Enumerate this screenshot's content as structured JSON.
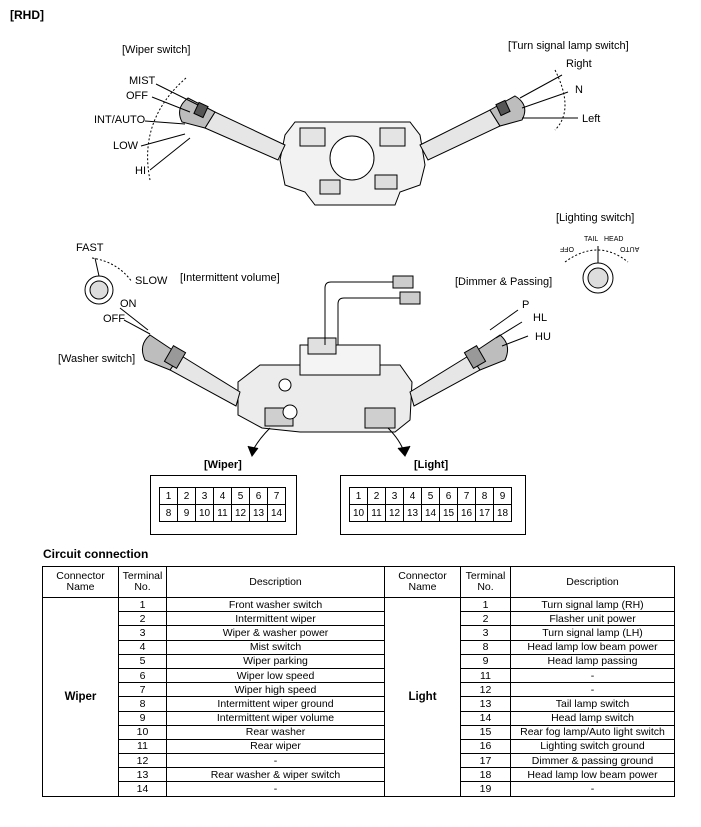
{
  "page_label": "[RHD]",
  "upper": {
    "wiper_switch": {
      "title": "[Wiper switch]",
      "positions": [
        "MIST",
        "OFF",
        "INT/AUTO",
        "LOW",
        "HI"
      ]
    },
    "turn_signal": {
      "title": "[Turn signal lamp switch]",
      "positions": [
        "Right",
        "N",
        "Left"
      ]
    }
  },
  "lower": {
    "lighting_switch": {
      "title": "[Lighting switch]",
      "positions": [
        "OFF",
        "TAIL",
        "HEAD",
        "AUTO"
      ]
    },
    "intermittent_volume": {
      "title": "[Intermittent volume]",
      "positions": [
        "FAST",
        "SLOW"
      ]
    },
    "washer_switch": {
      "title": "[Washer switch]",
      "positions": [
        "ON",
        "OFF"
      ]
    },
    "dimmer_passing": {
      "title": "[Dimmer & Passing]",
      "positions": [
        "P",
        "HL",
        "HU"
      ]
    }
  },
  "connectors": {
    "wiper": {
      "title": "[Wiper]",
      "row1": [
        "1",
        "2",
        "3",
        "4",
        "5",
        "6",
        "7"
      ],
      "row2": [
        "8",
        "9",
        "10",
        "11",
        "12",
        "13",
        "14"
      ]
    },
    "light": {
      "title": "[Light]",
      "row1": [
        "1",
        "2",
        "3",
        "4",
        "5",
        "6",
        "7",
        "8",
        "9"
      ],
      "row2": [
        "10",
        "11",
        "12",
        "13",
        "14",
        "15",
        "16",
        "17",
        "18"
      ]
    }
  },
  "circuit": {
    "title": "Circuit connection",
    "headers": {
      "connector_name": "Connector Name",
      "terminal_no": "Terminal No.",
      "description": "Description"
    },
    "wiper": {
      "name": "Wiper",
      "rows": [
        {
          "no": "1",
          "desc": "Front washer switch"
        },
        {
          "no": "2",
          "desc": "Intermittent wiper"
        },
        {
          "no": "3",
          "desc": "Wiper & washer power"
        },
        {
          "no": "4",
          "desc": "Mist switch"
        },
        {
          "no": "5",
          "desc": "Wiper parking"
        },
        {
          "no": "6",
          "desc": "Wiper low speed"
        },
        {
          "no": "7",
          "desc": "Wiper high speed"
        },
        {
          "no": "8",
          "desc": "Intermittent wiper ground"
        },
        {
          "no": "9",
          "desc": "Intermittent wiper volume"
        },
        {
          "no": "10",
          "desc": "Rear washer"
        },
        {
          "no": "11",
          "desc": "Rear wiper"
        },
        {
          "no": "12",
          "desc": "-"
        },
        {
          "no": "13",
          "desc": "Rear washer & wiper switch"
        },
        {
          "no": "14",
          "desc": "-"
        }
      ]
    },
    "light": {
      "name": "Light",
      "rows": [
        {
          "no": "1",
          "desc": "Turn signal lamp (RH)"
        },
        {
          "no": "2",
          "desc": "Flasher unit power"
        },
        {
          "no": "3",
          "desc": "Turn signal lamp (LH)"
        },
        {
          "no": "8",
          "desc": "Head lamp low beam power"
        },
        {
          "no": "9",
          "desc": "Head lamp passing"
        },
        {
          "no": "11",
          "desc": "-"
        },
        {
          "no": "12",
          "desc": "-"
        },
        {
          "no": "13",
          "desc": "Tail lamp switch"
        },
        {
          "no": "14",
          "desc": "Head lamp switch"
        },
        {
          "no": "15",
          "desc": "Rear fog lamp/Auto light switch"
        },
        {
          "no": "16",
          "desc": "Lighting switch ground"
        },
        {
          "no": "17",
          "desc": "Dimmer & passing ground"
        },
        {
          "no": "18",
          "desc": "Head lamp low beam power"
        },
        {
          "no": "19",
          "desc": "-"
        }
      ]
    }
  }
}
